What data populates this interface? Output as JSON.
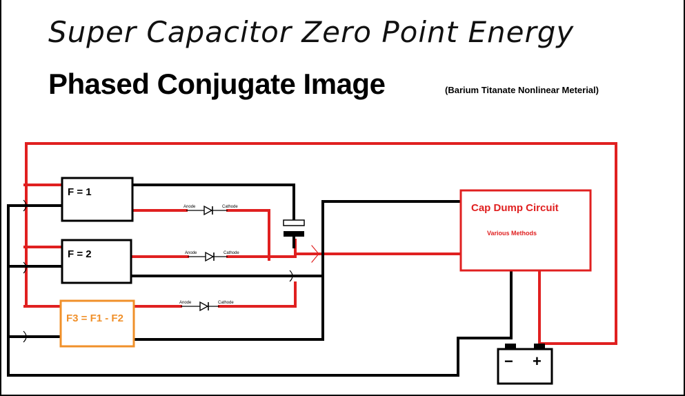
{
  "title": "Super Capacitor Zero Point Energy",
  "subtitle": "Phased Conjugate Image",
  "subnote": "(Barium Titanate Nonlinear Meterial)",
  "sources": {
    "f1": "F = 1",
    "f2": "F = 2",
    "f3": "F3 = F1 - F2"
  },
  "diodes": [
    {
      "anode": "Anode",
      "cathode": "Cathode"
    },
    {
      "anode": "Anode",
      "cathode": "Cathode"
    },
    {
      "anode": "Anode",
      "cathode": "Cathode"
    }
  ],
  "cap_dump": {
    "title": "Cap Dump Circuit",
    "subtitle": "Various Methods"
  },
  "battery": {
    "negative": "−",
    "positive": "+"
  },
  "colors": {
    "wire_red": "#e02020",
    "wire_black": "#000000",
    "f3_orange": "#f0902a",
    "text_red": "#e02020"
  }
}
